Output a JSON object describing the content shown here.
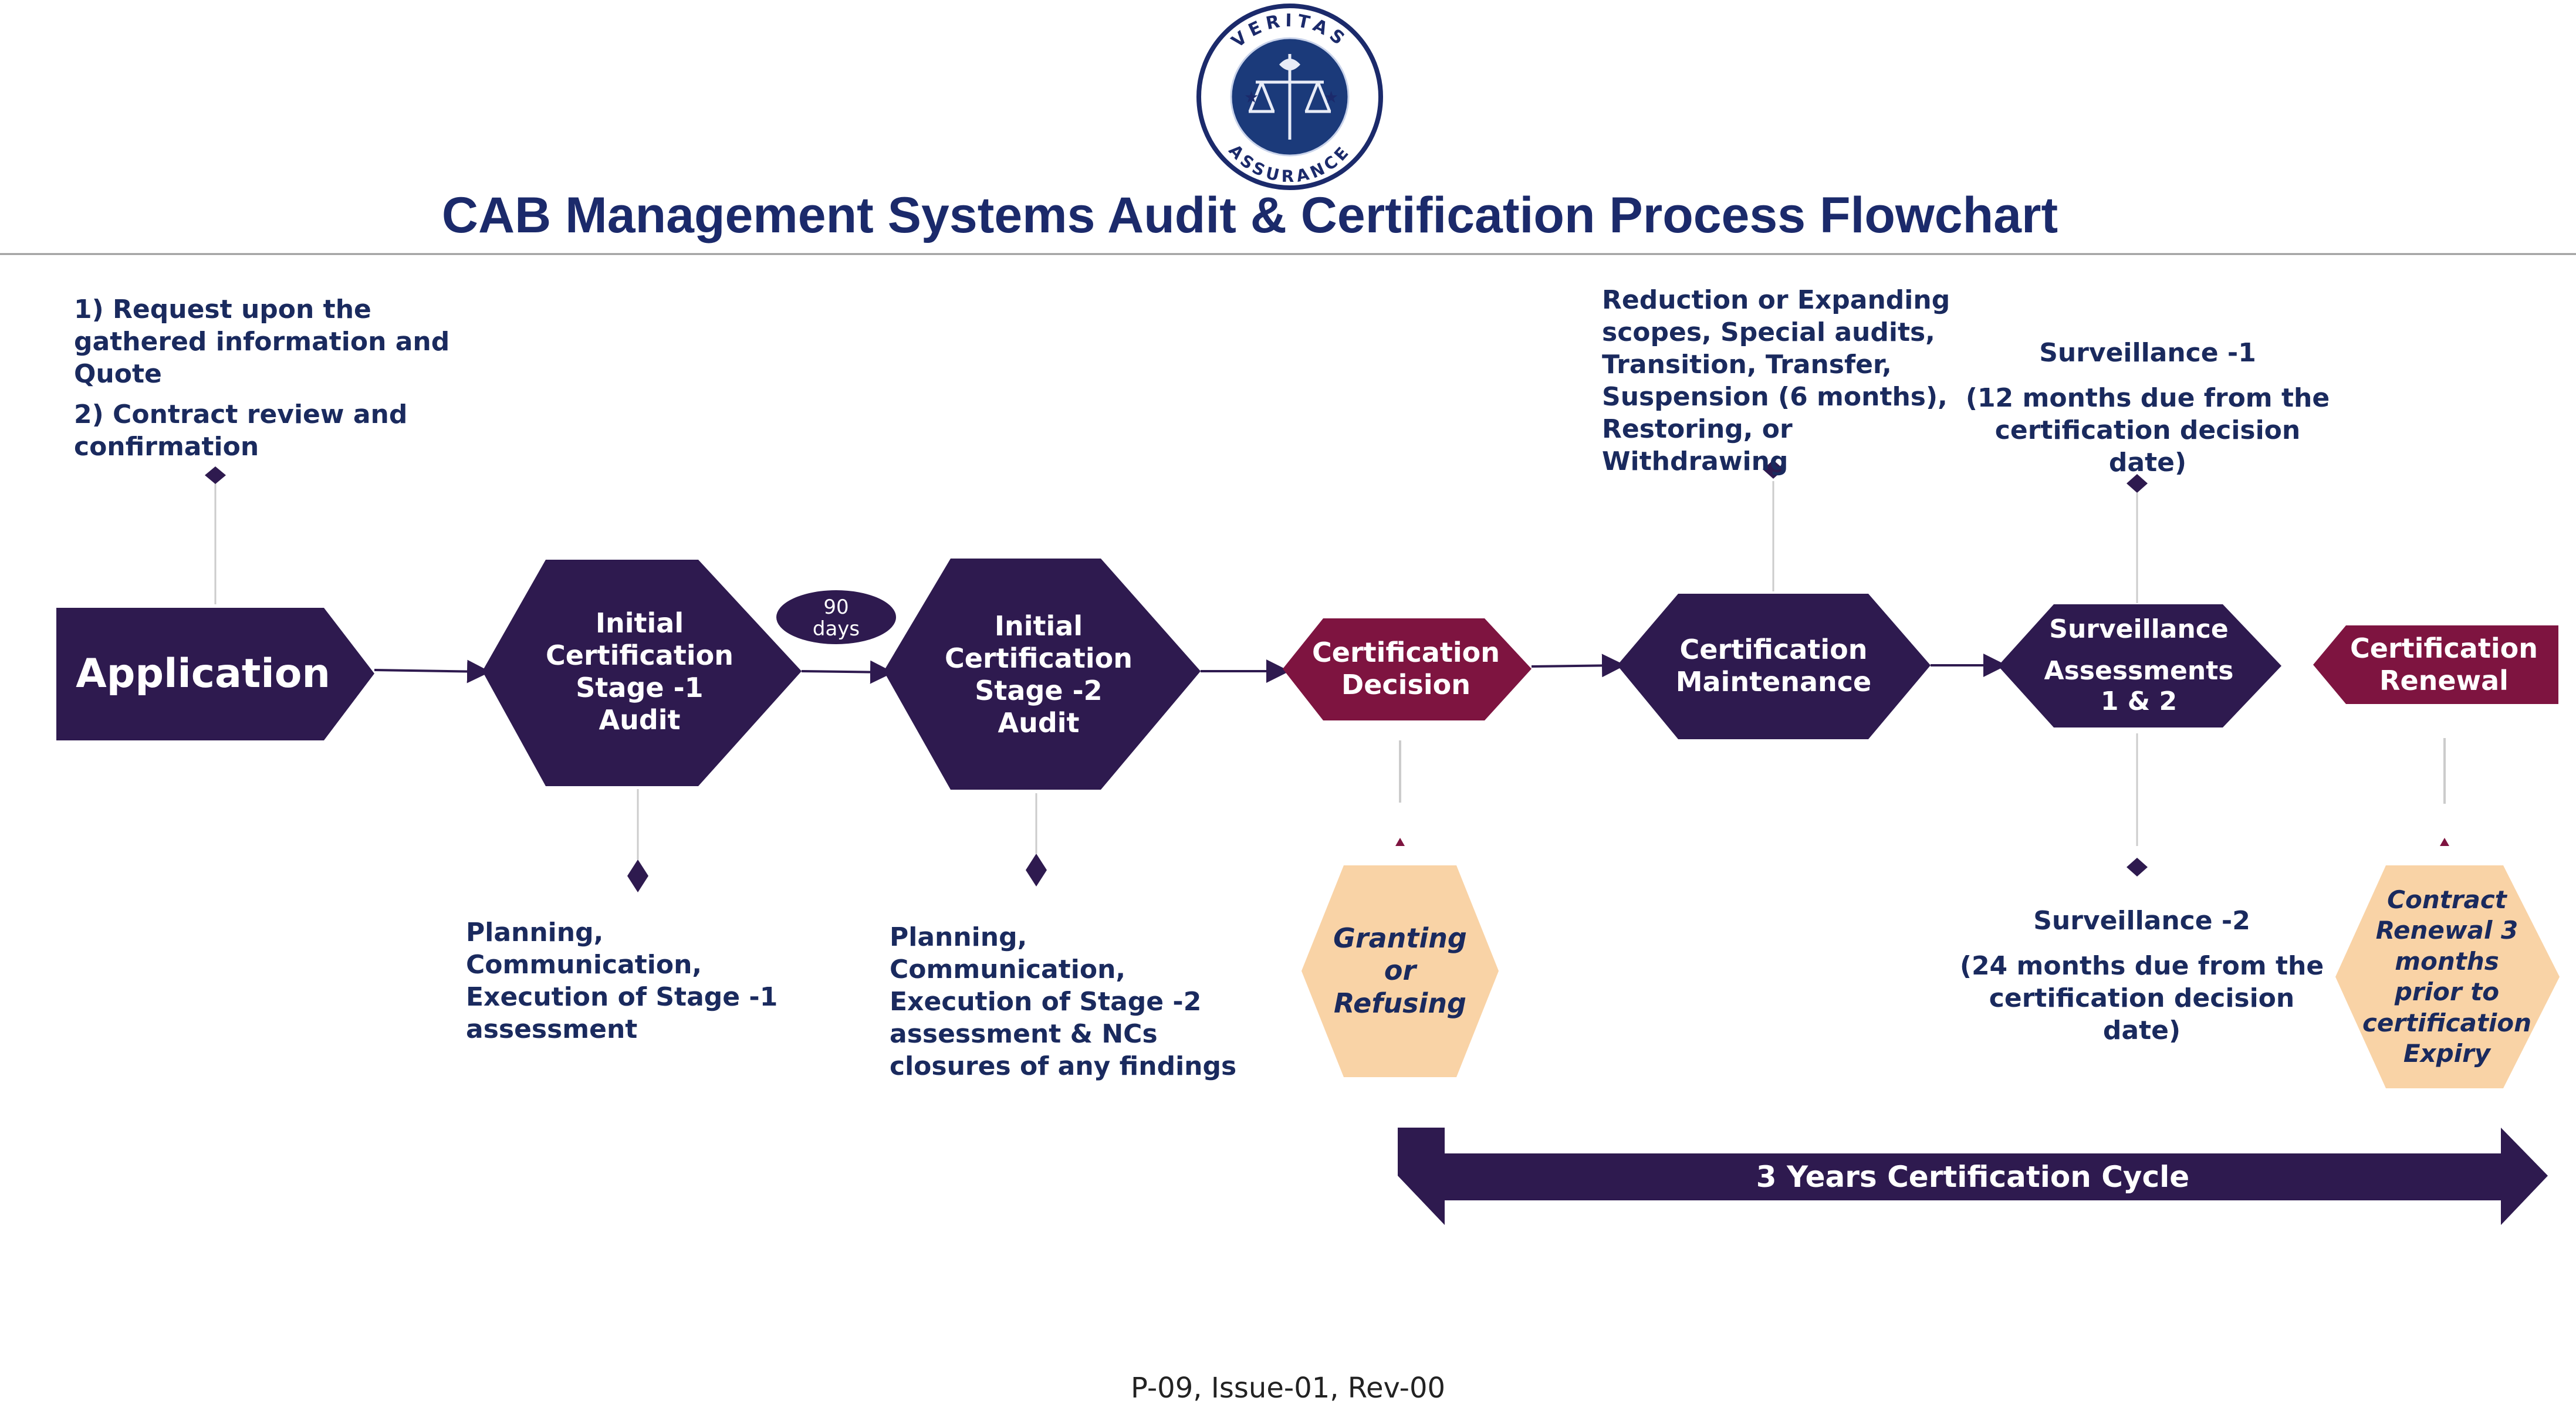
{
  "title": "CAB Management Systems Audit & Certification Process Flowchart",
  "logo": {
    "top_text": "VERITAS",
    "bottom_text": "ASSURANCE"
  },
  "colors": {
    "primary": "#2e1a4f",
    "accent": "#7e1440",
    "peach": "#f9d3a6",
    "text": "#1a2a5e"
  },
  "nodes": {
    "application": "Application",
    "stage1": [
      "Initial",
      "Certification",
      "Stage -1",
      "Audit"
    ],
    "days_badge": [
      "90",
      "days"
    ],
    "stage2": [
      "Initial",
      "Certification",
      "Stage -2",
      "Audit"
    ],
    "decision": [
      "Certification",
      "Decision"
    ],
    "granting": [
      "Granting",
      "or",
      "Refusing"
    ],
    "maintenance": [
      "Certification",
      "Maintenance"
    ],
    "surveillance": [
      "Surveillance",
      "Assessments",
      "1 & 2"
    ],
    "renewal": [
      "Certification",
      "Renewal"
    ],
    "contract_renewal": [
      "Contract",
      "Renewal 3",
      "months",
      "prior to",
      "certification",
      "Expiry"
    ]
  },
  "notes": {
    "application_1": "1) Request upon the gathered information and Quote",
    "application_2": "2) Contract review and confirmation",
    "stage1": "Planning, Communication, Execution of Stage -1 assessment",
    "stage2": "Planning, Communication, Execution of Stage -2 assessment & NCs closures of any findings",
    "maintenance": "Reduction or Expanding scopes, Special audits, Transition, Transfer, Suspension (6 months), Restoring, or Withdrawing",
    "surv1_title": "Surveillance -1",
    "surv1_detail": "(12 months due from the certification decision date)",
    "surv2_title": "Surveillance -2",
    "surv2_detail": "(24 months due from the certification decision date)"
  },
  "cycle_label": "3 Years Certification Cycle",
  "footer": "P-09, Issue-01, Rev-00"
}
